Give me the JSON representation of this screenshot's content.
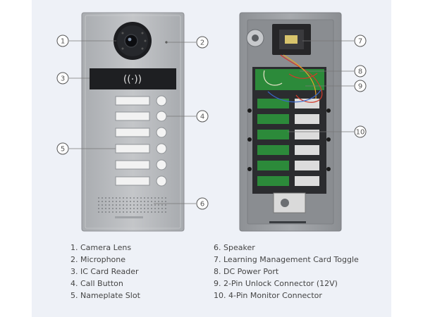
{
  "callouts": [
    "1",
    "2",
    "3",
    "4",
    "5",
    "6",
    "7",
    "8",
    "9",
    "10"
  ],
  "legend_left": [
    "1. Camera Lens",
    "2. Microphone",
    "3. IC Card Reader",
    "4. Call Button",
    "5. Nameplate Slot"
  ],
  "legend_right": [
    "6. Speaker",
    "7. Learning Management Card Toggle",
    "8. DC Power Port",
    "9.  2-Pin Unlock Connector (12V)",
    "10. 4-Pin Monitor Connector"
  ],
  "colors": {
    "panel_front": "#b8babd",
    "panel_back": "#9ea1a5",
    "pcb_green": "#2c8a3a",
    "background": "#eef1f7"
  }
}
